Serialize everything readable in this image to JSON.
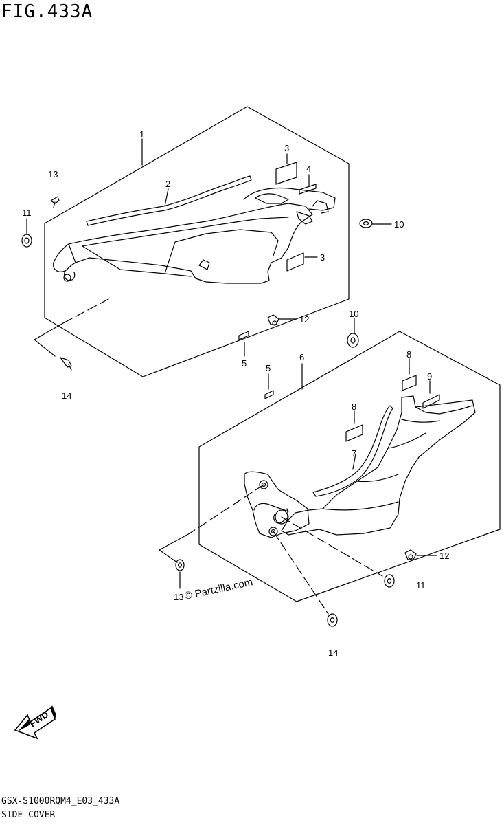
{
  "figure": {
    "title": "FIG.433A",
    "watermark": "© Partzilla.com",
    "fwd_label": "FWD",
    "code": "GSX-S1000RQM4_E03_433A",
    "name": "SIDE COVER"
  },
  "callouts": {
    "c1": "1",
    "c2": "2",
    "c3a": "3",
    "c3b": "3",
    "c4": "4",
    "c5a": "5",
    "c5b": "5",
    "c6": "6",
    "c7": "7",
    "c8a": "8",
    "c8b": "8",
    "c9": "9",
    "c10a": "10",
    "c10b": "10",
    "c11a": "11",
    "c11b": "11",
    "c12a": "12",
    "c12b": "12",
    "c13a": "13",
    "c13b": "13",
    "c14a": "14",
    "c14b": "14"
  }
}
